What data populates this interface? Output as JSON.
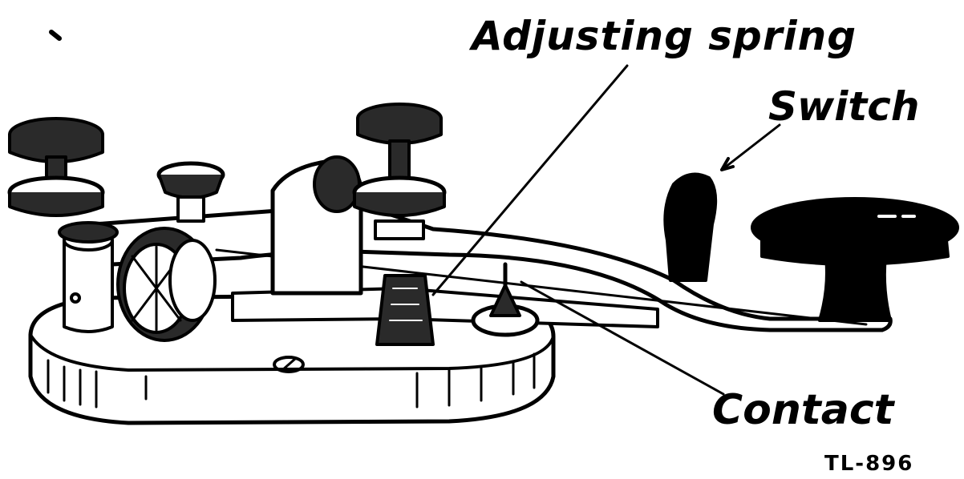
{
  "labels": {
    "adjusting_spring": "Adjusting spring",
    "switch": "Switch",
    "contact": "Contact"
  },
  "figure_code": "TL-896",
  "colors": {
    "ink": "#000000",
    "paper": "#ffffff",
    "shade": "#2a2a2a"
  }
}
